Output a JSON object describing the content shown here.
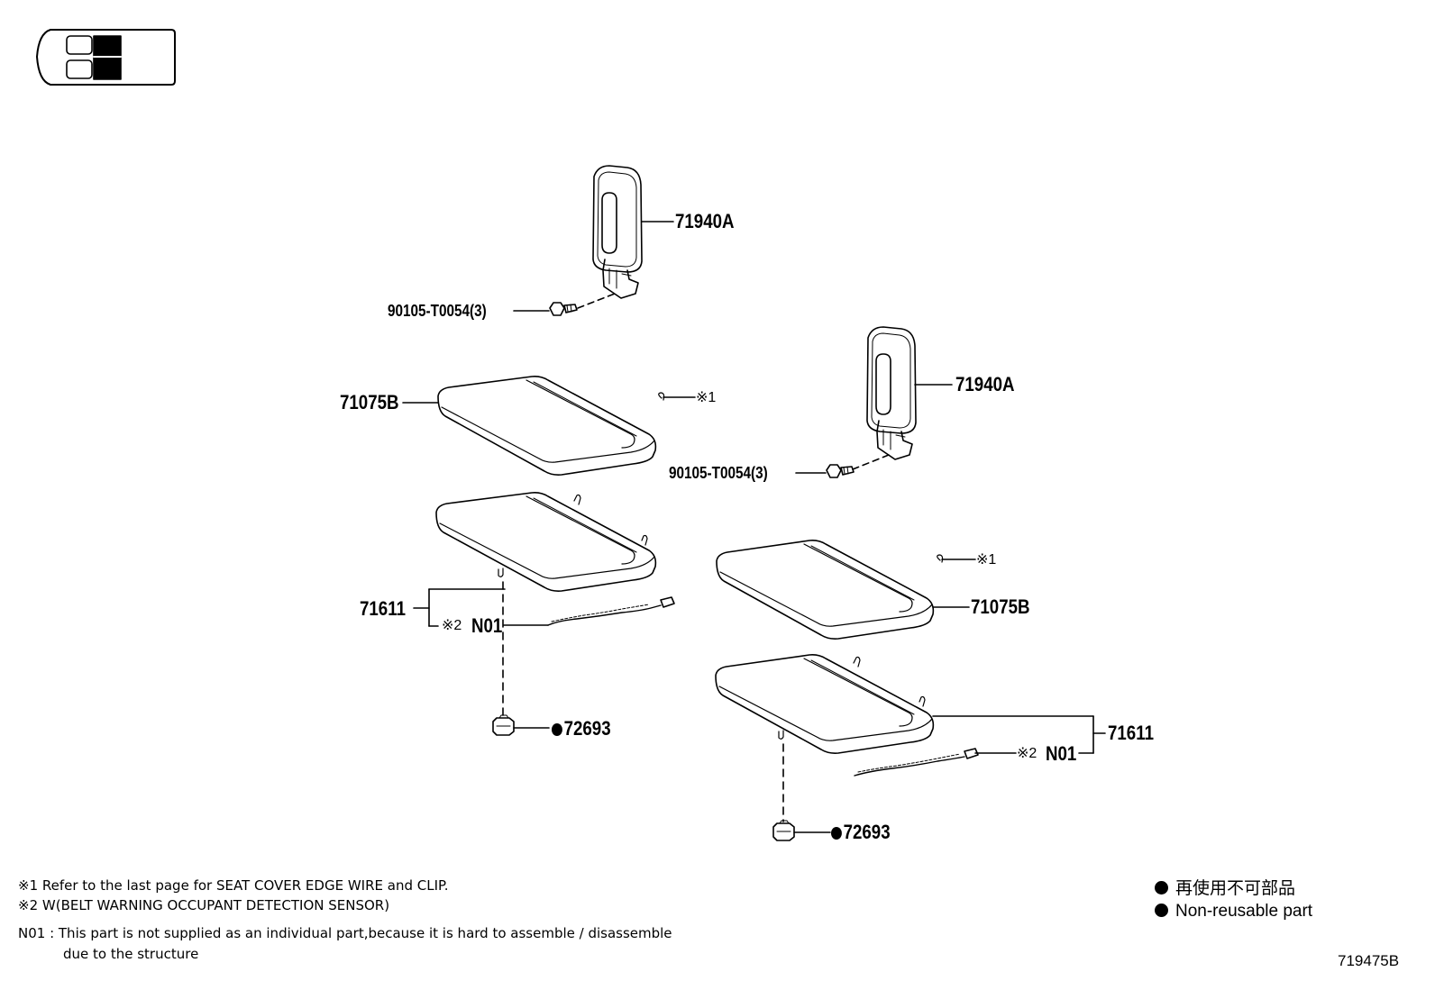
{
  "parts": {
    "headrest_a": "71940A",
    "headrest_b": "71940A",
    "bolt_a": "90105-T0054(3)",
    "bolt_b": "90105-T0054(3)",
    "cover_a": "71075B",
    "cover_b": "71075B",
    "cushion_a": "71611",
    "cushion_b": "71611",
    "sensor_a": "N01",
    "sensor_b": "N01",
    "clip_a": "72693",
    "clip_b": "72693"
  },
  "refs": {
    "mark_1": "※1",
    "mark_2": "※2"
  },
  "notes": {
    "note1": "※1  Refer to the last page for SEAT COVER EDGE WIRE and CLIP.",
    "note2": "※2 W(BELT WARNING OCCUPANT DETECTION SENSOR)",
    "note3a": "N01 : This part is not supplied as an individual part,because it is hard to assemble / disassemble",
    "note3b": "due to the structure"
  },
  "legend": {
    "jp": "再使用不可部品",
    "en": "Non-reusable part"
  },
  "figure_code": "719475B"
}
